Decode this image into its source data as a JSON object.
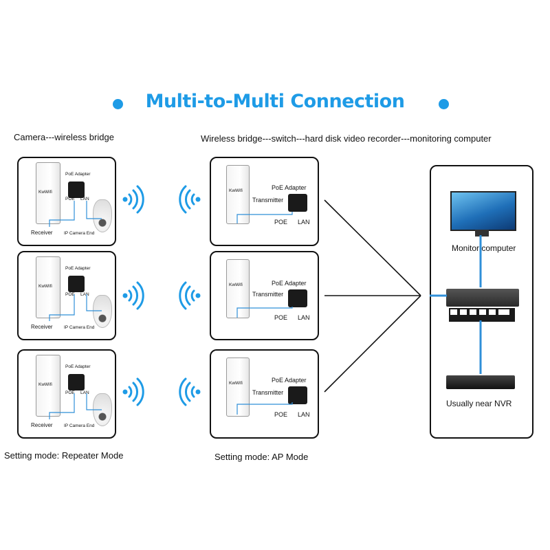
{
  "title": "Multi-to-Multi Connection",
  "captions": {
    "left_top": "Camera---wireless bridge",
    "mid_top": "Wireless bridge---switch---hard disk video recorder---monitoring computer",
    "left_bottom": "Setting mode: Repeater Mode",
    "mid_bottom": "Setting mode: AP Mode"
  },
  "receiver_panel": {
    "bridge_brand": "KwWifi",
    "poe_adapter": "PoE Adapter",
    "poe": "POE",
    "lan": "LAN",
    "receiver": "Receiver",
    "camera_end": "IP Camera End"
  },
  "transmitter_panel": {
    "bridge_brand": "KwWifi",
    "poe_adapter": "PoE Adapter",
    "transmitter": "Transmitter",
    "poe": "POE",
    "lan": "LAN"
  },
  "right_panel": {
    "monitor_label": "Monitor computer",
    "nvr_label": "Usually near NVR"
  },
  "colors": {
    "accent": "#1e9be6",
    "cable": "#2f8fd8",
    "device_dark": "#1a1a1a"
  }
}
